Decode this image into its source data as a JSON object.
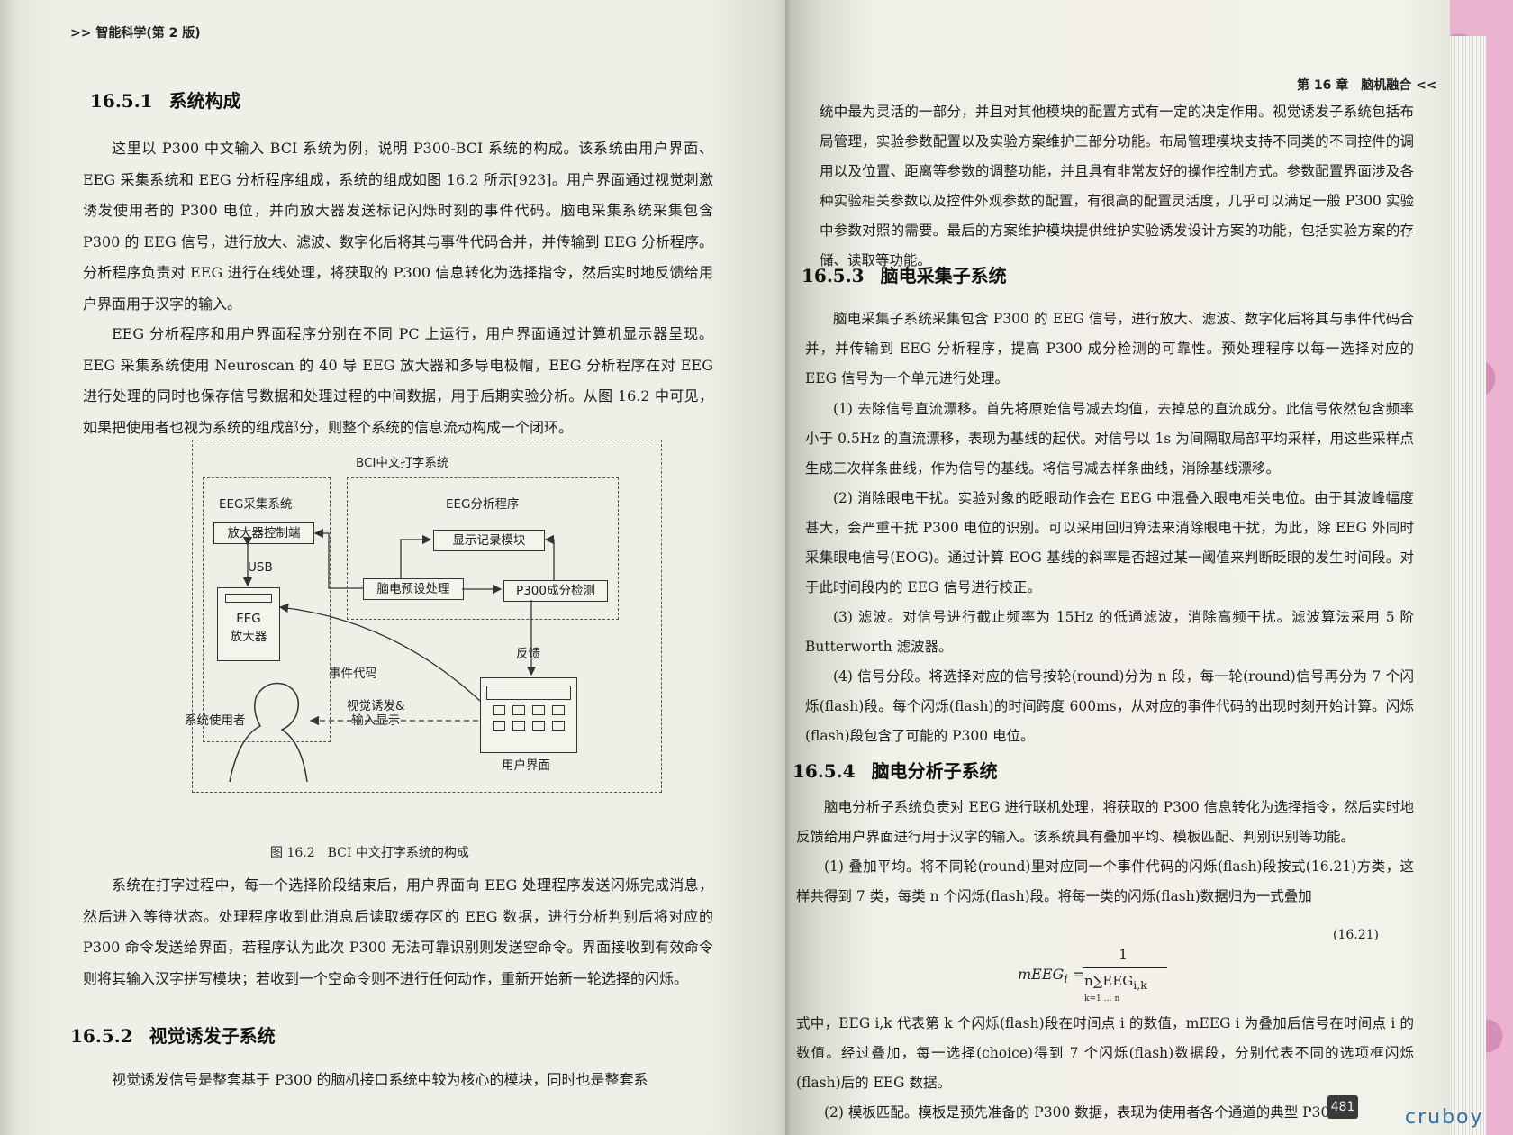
{
  "left_page": {
    "running_head": ">> 智能科学(第 2 版)",
    "sec_1_num": "16.5.1",
    "sec_1_title": "系统构成",
    "para_1": "这里以 P300 中文输入 BCI 系统为例，说明 P300-BCI 系统的构成。该系统由用户界面、EEG 采集系统和 EEG 分析程序组成，系统的组成如图 16.2 所示[923]。用户界面通过视觉刺激诱发使用者的 P300 电位，并向放大器发送标记闪烁时刻的事件代码。脑电采集系统采集包含 P300 的 EEG 信号，进行放大、滤波、数字化后将其与事件代码合并，并传输到 EEG 分析程序。分析程序负责对 EEG 进行在线处理，将获取的 P300 信息转化为选择指令，然后实时地反馈给用户界面用于汉字的输入。",
    "para_2": "EEG 分析程序和用户界面程序分别在不同 PC 上运行，用户界面通过计算机显示器呈现。EEG 采集系统使用 Neuroscan 的 40 导 EEG 放大器和多导电极帽，EEG 分析程序在对 EEG 进行处理的同时也保存信号数据和处理过程的中间数据，用于后期实验分析。从图 16.2 中可见，如果把使用者也视为系统的组成部分，则整个系统的信息流动构成一个闭环。",
    "figure": {
      "outer_title": "BCI中文打字系统",
      "eeg_collect": "EEG采集系统",
      "eeg_analysis": "EEG分析程序",
      "amp_ctrl": "放大器控制端",
      "display_log": "显示记录模块",
      "usb": "USB",
      "preprocess": "脑电预设处理",
      "p300_detect": "P300成分检测",
      "amp_line1": "EEG",
      "amp_line2": "放大器",
      "feedback": "反馈",
      "event_code": "事件代码",
      "visual_line1": "视觉诱发&",
      "visual_line2": "输入显示",
      "user": "系统使用者",
      "ui": "用户界面"
    },
    "caption": "图 16.2　BCI 中文打字系统的构成",
    "para_3": "系统在打字过程中，每一个选择阶段结束后，用户界面向 EEG 处理程序发送闪烁完成消息，然后进入等待状态。处理程序收到此消息后读取缓存区的 EEG 数据，进行分析判别后将对应的 P300 命令发送给界面，若程序认为此次 P300 无法可靠识别则发送空命令。界面接收到有效命令则将其输入汉字拼写模块；若收到一个空命令则不进行任何动作，重新开始新一轮选择的闪烁。",
    "sec_2_num": "16.5.2",
    "sec_2_title": "视觉诱发子系统",
    "para_4": "视觉诱发信号是整套基于 P300 的脑机接口系统中较为核心的模块，同时也是整套系"
  },
  "right_page": {
    "running_head": "第 16 章　脑机融合 <<",
    "para_1": "统中最为灵活的一部分，并且对其他模块的配置方式有一定的决定作用。视觉诱发子系统包括布局管理，实验参数配置以及实验方案维护三部分功能。布局管理模块支持不同类的不同控件的调用以及位置、距离等参数的调整功能，并且具有非常友好的操作控制方式。参数配置界面涉及各种实验相关参数以及控件外观参数的配置，有很高的配置灵活度，几乎可以满足一般 P300 实验中参数对照的需要。最后的方案维护模块提供维护实验诱发设计方案的功能，包括实验方案的存储、读取等功能。",
    "sec_3_num": "16.5.3",
    "sec_3_title": "脑电采集子系统",
    "para_2": "脑电采集子系统采集包含 P300 的 EEG 信号，进行放大、滤波、数字化后将其与事件代码合并，并传输到 EEG 分析程序，提高 P300 成分检测的可靠性。预处理程序以每一选择对应的 EEG 信号为一个单元进行处理。",
    "item_1": "(1) 去除信号直流漂移。首先将原始信号减去均值，去掉总的直流成分。此信号依然包含频率小于 0.5Hz 的直流漂移，表现为基线的起伏。对信号以 1s 为间隔取局部平均采样，用这些采样点生成三次样条曲线，作为信号的基线。将信号减去样条曲线，消除基线漂移。",
    "item_2": "(2) 消除眼电干扰。实验对象的眨眼动作会在 EEG 中混叠入眼电相关电位。由于其波峰幅度甚大，会严重干扰 P300 电位的识别。可以采用回归算法来消除眼电干扰，为此，除 EEG 外同时采集眼电信号(EOG)。通过计算 EOG 基线的斜率是否超过某一阈值来判断眨眼的发生时间段。对于此时间段内的 EEG 信号进行校正。",
    "item_3": "(3) 滤波。对信号进行截止频率为 15Hz 的低通滤波，消除高频干扰。滤波算法采用 5 阶Butterworth 滤波器。",
    "item_4": "(4) 信号分段。将选择对应的信号按轮(round)分为 n 段，每一轮(round)信号再分为 7 个闪烁(flash)段。每个闪烁(flash)的时间跨度 600ms，从对应的事件代码的出现时刻开始计算。闪烁(flash)段包含了可能的 P300 电位。",
    "sec_4_num": "16.5.4",
    "sec_4_title": "脑电分析子系统",
    "para_3": "脑电分析子系统负责对 EEG 进行联机处理，将获取的 P300 信息转化为选择指令，然后实时地反馈给用户界面进行用于汉字的输入。该系统具有叠加平均、模板匹配、判别识别等功能。",
    "item_5": "(1) 叠加平均。将不同轮(round)里对应同一个事件代码的闪烁(flash)段按式(16.21)方类，这样共得到 7 类，每类 n 个闪烁(flash)段。将每一类的闪烁(flash)数据归为一式叠加",
    "eq_number": "(16.21)",
    "eq_lhs": "mEEG",
    "eq_lhs_sub": "i",
    "eq_numerator": "1",
    "eq_denominator": "n∑EEG",
    "eq_denominator_sub": "i,k",
    "eq_sum_bounds": "k=1 … n",
    "para_4": "式中，EEG i,k 代表第 k 个闪烁(flash)段在时间点 i 的数值，mEEG i 为叠加后信号在时间点 i 的数值。经过叠加，每一选择(choice)得到 7 个闪烁(flash)数据段，分别代表不同的选项框闪烁(flash)后的 EEG 数据。",
    "item_6": "(2) 模板匹配。模板是预先准备的 P300 数据，表现为使用者各个通道的典型 P300 电",
    "page_number": "481"
  },
  "watermark": "cruboy"
}
